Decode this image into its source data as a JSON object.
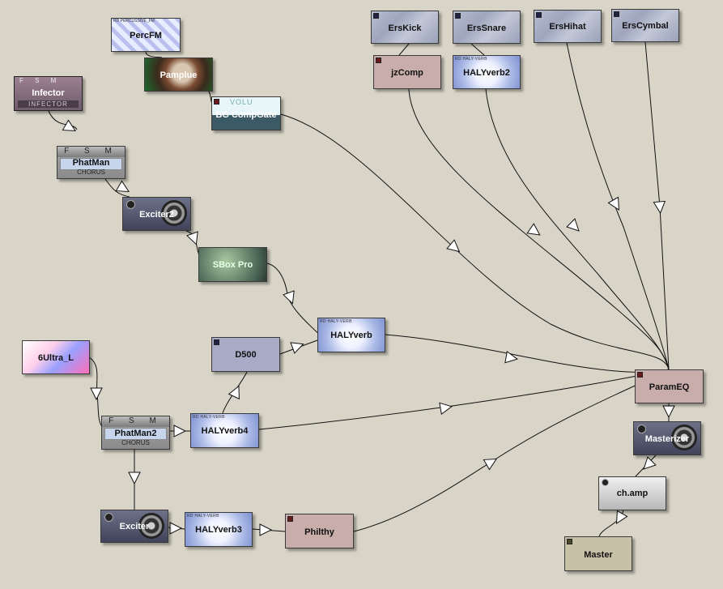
{
  "nodes": {
    "ErsKick": "ErsKick",
    "ErsSnare": "ErsSnare",
    "ErsHihat": "ErsHihat",
    "ErsCymbal": "ErsCymbal",
    "PercFM": "PercFM",
    "Pamplue": "Pamplue",
    "Infector": "Infector",
    "BGCompGate": "BG CompGate",
    "jzComp": "jzComp",
    "HALYverb2": "HALYverb2",
    "PhatMan": "PhatMan",
    "Exciter2": "Exciter2",
    "SBoxPro": "SBox Pro",
    "HALYverb": "HALYverb",
    "D500": "D500",
    "Ultra": "6Ultra_L",
    "PhatMan2": "PhatMan2",
    "HALYverb4": "HALYverb4",
    "Exciter": "Exciter",
    "HALYverb3": "HALYverb3",
    "Philthy": "Philthy",
    "ParamEQ": "ParamEQ",
    "Masterizer": "Masterizer",
    "champ": "ch.amp",
    "Master": "Master"
  },
  "skins": {
    "percfm_header": "RD PERCUSSIVE_FM",
    "infector_header": "F S M",
    "infector_sub": "INFECTOR",
    "fsm_header": "F S M",
    "chorus": "CHORUS",
    "haly_header": "RD HALY-VERB",
    "bgcomp_vol": "VOLU"
  },
  "colors": {
    "background": "#d8d4c7",
    "wire": "#111111",
    "arrow_fill": "#ffffff"
  }
}
